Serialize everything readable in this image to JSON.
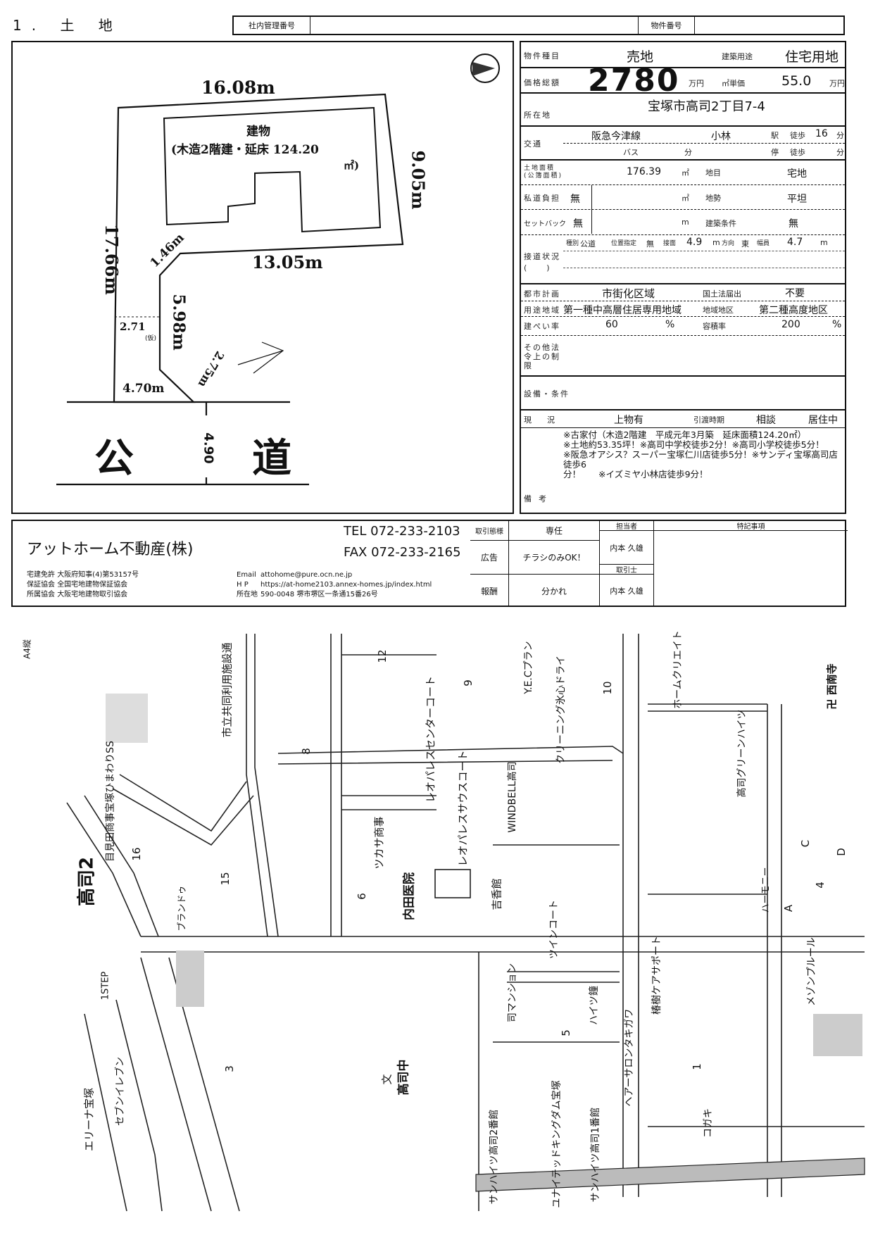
{
  "header": {
    "title": "1. 土 地",
    "mgmt_label": "社内管理番号",
    "mgmt_value": "",
    "prop_no_label": "物件番号",
    "prop_no_value": ""
  },
  "plot": {
    "top": "16.08m",
    "building": "建物",
    "building_desc": "(木造2階建・延床 124.20",
    "building_unit": "㎡)",
    "right": "9.05m",
    "left": "17.66m",
    "bevel1": "1.46m",
    "mid": "13.05m",
    "inner": "5.98m",
    "width": "2.71",
    "width_note": "(仮)",
    "bevel2": "2.75m",
    "front": "4.70m",
    "road_1": "公",
    "road_2": "道",
    "road_width": "4.90"
  },
  "table": {
    "type_label": "物件種目",
    "type": "売地",
    "use_label": "建築用途",
    "use": "住宅用地",
    "price_label": "価格総額",
    "price": "2780",
    "price_unit": "万円",
    "unit_price_label": "㎡単価",
    "unit_price": "55.0",
    "unit_price_unit": "万円",
    "address_label": "所在地",
    "address": "宝塚市高司2丁目7-4",
    "transport_label": "交通",
    "line": "阪急今津線",
    "station": "小林",
    "station_suffix": "駅",
    "walk_label": "徒歩",
    "walk": "16",
    "min": "分",
    "bus": "バス",
    "bus_min": "分",
    "stop": "停",
    "walk2_label": "徒歩",
    "walk2_min": "分",
    "area_label": "土地面積(公簿面積)",
    "area": "176.39",
    "sqm": "㎡",
    "chimoku_label": "地目",
    "chimoku": "宅地",
    "private_road_label": "私道負担",
    "private_road": "無",
    "sqm2": "㎡",
    "terrain_label": "地勢",
    "terrain": "平坦",
    "setback_label": "セットバック",
    "setback": "無",
    "m": "m",
    "condition_label": "建築条件",
    "condition": "無",
    "access_label": "接道状況",
    "access_paren": "(　　)",
    "access": {
      "kind_label": "種別",
      "kind": "公道",
      "designation_label": "位置指定",
      "designation": "無",
      "frontage_label": "接面",
      "frontage": "4.9",
      "m": "m",
      "dir_label": "方向",
      "dir": "東",
      "width_label": "幅員",
      "width": "4.7",
      "m2": "m"
    },
    "city_plan_label": "都市計画",
    "city_plan": "市街化区域",
    "national_law_label": "国土法届出",
    "national_law": "不要",
    "zoning_label": "用途地域",
    "zoning": "第一種中高層住居専用地域",
    "district_label": "地域地区",
    "district": "第二種高度地区",
    "bcr_label": "建ぺい率",
    "bcr": "60",
    "pct": "%",
    "far_label": "容積率",
    "far": "200",
    "pct2": "%",
    "other_label": "その他法令上の制限",
    "facility_label": "設備・条件",
    "status_label": "現況",
    "status": "上物有",
    "delivery_label": "引渡時期",
    "delivery": "相談",
    "occupancy": "居住中",
    "remarks_label": "備考",
    "remarks": [
      "※古家付（木造2階建　平成元年3月築　延床面積124.20㎡）",
      "※土地約53.35坪！※高司中学校徒歩2分！※高司小学校徒歩5分！",
      "※阪急オアシス？スーパー宝塚仁川店徒歩5分！※サンディ宝塚高司店徒歩6",
      "分！　　※イズミヤ小林店徒歩9分！"
    ]
  },
  "footer": {
    "company": "アットホーム不動産(株)",
    "tel": "TEL 072-233-2103",
    "fax": "FAX 072-233-2165",
    "license_label": "宅建免許",
    "license": "大阪府知事(4)第53157号",
    "guarantee_label": "保証協会",
    "guarantee": "全国宅地建物保証協会",
    "assoc_label": "所属協会",
    "assoc": "大阪宅地建物取引協会",
    "email_label": "Email",
    "email": "attohome@pure.ocn.ne.jp",
    "hp_label": "H P",
    "hp": "https://at-home2103.annex-homes.jp/index.html",
    "addr_label": "所在地",
    "addr": "590-0048 堺市堺区一条通15番26号",
    "deal_label": "取引態様",
    "deal": "専任",
    "ad_label": "広告",
    "ad": "チラシのみOK！",
    "fee_label": "報酬",
    "fee": "分かれ",
    "staff_label": "担当者",
    "staff": "内本 久雄",
    "agent_label": "取引士",
    "agent": "内本 久雄",
    "notes_label": "特記事項"
  },
  "map": {
    "labels": [
      "A4縦",
      "市立共同利用施設通",
      "目見田商事宝塚ひまわりSS",
      "高司2",
      "16",
      "15",
      "8",
      "12",
      "レオパレスセンターコート",
      "ツカサ商事",
      "内田医院",
      "6",
      "ブランドゥ",
      "9",
      "Y.E.Cプラン",
      "クリーニング氷心ドライ",
      "10",
      "ホームクリエイト",
      "卍 西南寺",
      "高司グリーンハイツ",
      "WINDBELL高司",
      "レオパレスサウスコート",
      "吉香館",
      "C",
      "D",
      "4",
      "A",
      "ハーモニー",
      "ツインコート",
      "1STEP",
      "エリーナ宝塚",
      "セブンイレブン",
      "3",
      "文",
      "高司中",
      "司マンション",
      "5",
      "ハイツ鐘",
      "ヘアーサロンタキガワ",
      "椿樹ケアサポート",
      "メゾンプルール",
      "コガキ",
      "ユナイテッドキングダム宝塚",
      "サンハイツ高司1番館",
      "サンハイツ高司2番館",
      "1"
    ]
  }
}
